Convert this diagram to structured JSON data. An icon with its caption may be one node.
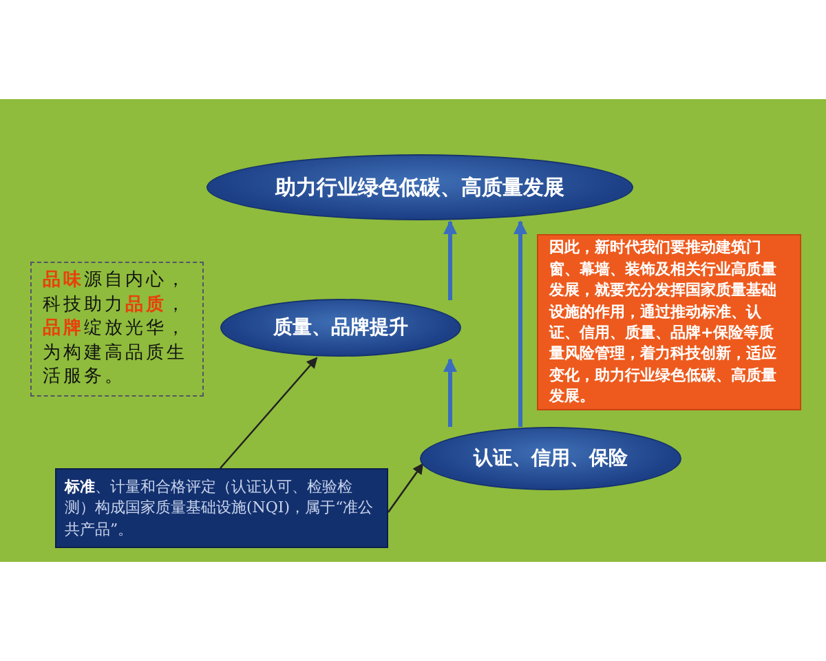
{
  "diagram": {
    "nodes": [
      {
        "text": [
          "助力行业绿色低碳、高质量发展"
        ]
      },
      {
        "text": [
          "质量、品牌提升"
        ]
      },
      {
        "text": [
          "认证、信用、保险"
        ]
      },
      {
        "text": [
          "**品味**源自内心，科技助力**品质**，**品牌**绽放光华，为构建高品质生活服务。"
        ]
      },
      {
        "text": [
          "**标准**、计量和合格评定（认证认可、检验检测）构成国家质量基础设施(NQI)，属于“准公共产品”。"
        ]
      },
      {
        "text": [
          "因此，新时代我们要推动建筑门窗、幕墙、装饰及相关行业高质量发展，就要充分发挥国家质量基础设施的作用，通过推动标准、认证、信用、质量、品牌+保险等质量风险管理，着力科技创新，适应变化，助力行业绿色低碳、高质量发展。"
        ]
      }
    ],
    "edges": [
      {
        "from": 4,
        "to": 1,
        "arrow": "to",
        "color": "#222222"
      },
      {
        "from": 4,
        "to": 2,
        "arrow": "to",
        "color": "#222222"
      },
      {
        "from": 2,
        "to": 1,
        "arrow": "to"
      },
      {
        "from": 1,
        "to": 0,
        "arrow": "to"
      },
      {
        "from": 2,
        "to": 0,
        "arrow": "to"
      }
    ]
  }
}
